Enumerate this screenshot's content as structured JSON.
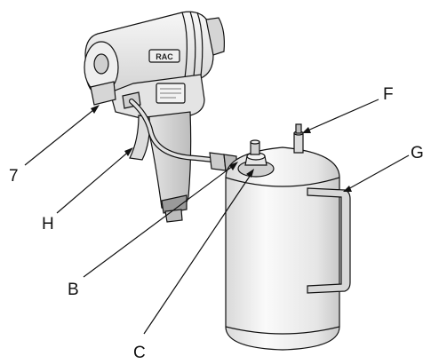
{
  "callouts": {
    "seven": "7",
    "h": "H",
    "b": "B",
    "c": "C",
    "f": "F",
    "g": "G"
  },
  "gun_badge_text": "RAC",
  "colors": {
    "line": "#111111",
    "body_light": "#f4f4f4",
    "body_mid": "#dcdcdc",
    "body_dark": "#a8a8a8",
    "background": "#ffffff"
  }
}
